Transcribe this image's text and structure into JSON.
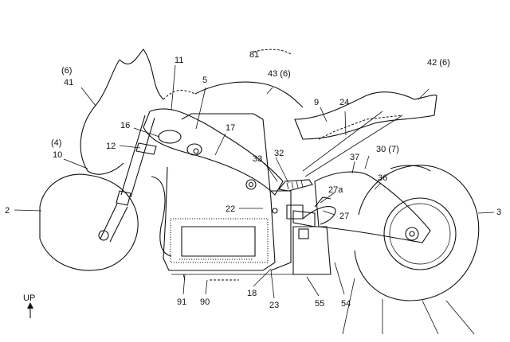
{
  "labels": {
    "l81": "81",
    "l11": "11",
    "l6a": "(6)",
    "l41": "41",
    "l5": "5",
    "l43": "43 (6)",
    "l42": "42 (6)",
    "l9": "9",
    "l24": "24",
    "l16": "16",
    "l17": "17",
    "l4": "(4)",
    "l10": "10",
    "l12": "12",
    "l33": "33",
    "l32": "32",
    "l37": "37",
    "l30": "30 (7)",
    "l36": "36",
    "l27a": "27a",
    "l2": "2",
    "l22": "22",
    "l27": "27",
    "l3": "3",
    "l91": "91",
    "l90": "90",
    "l18": "18",
    "l23": "23",
    "l55": "55",
    "l54": "54",
    "up": "UP"
  }
}
